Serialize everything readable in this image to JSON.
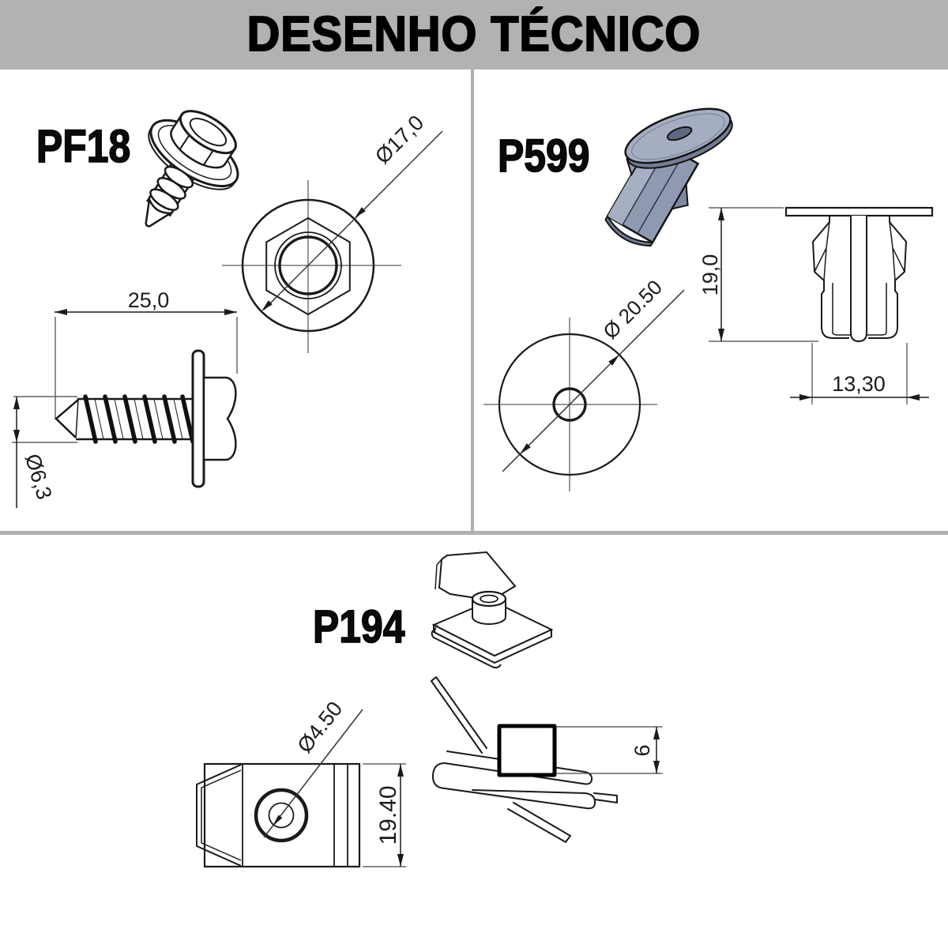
{
  "title": "DESENHO TÉCNICO",
  "colors": {
    "banner": "#b2b2b2",
    "divider": "#b0b0b0",
    "ink": "#1a1a1a",
    "p599_plastic_base": "#8f99af",
    "p599_plastic_light": "#a7b0c3",
    "p599_plastic_dark": "#6f7990"
  },
  "parts": {
    "pf18": {
      "label": "PF18",
      "dimensions": {
        "head_diameter": "Ø17,0",
        "length": "25,0",
        "thread_diameter": "Ø6,3"
      }
    },
    "p599": {
      "label": "P599",
      "dimensions": {
        "height": "19,0",
        "flange_diameter": "Ø 20.50",
        "body_width": "13,30"
      }
    },
    "p194": {
      "label": "P194",
      "dimensions": {
        "hole_diameter": "Ø4.50",
        "length": "19.40",
        "panel_thickness": "6"
      }
    }
  }
}
